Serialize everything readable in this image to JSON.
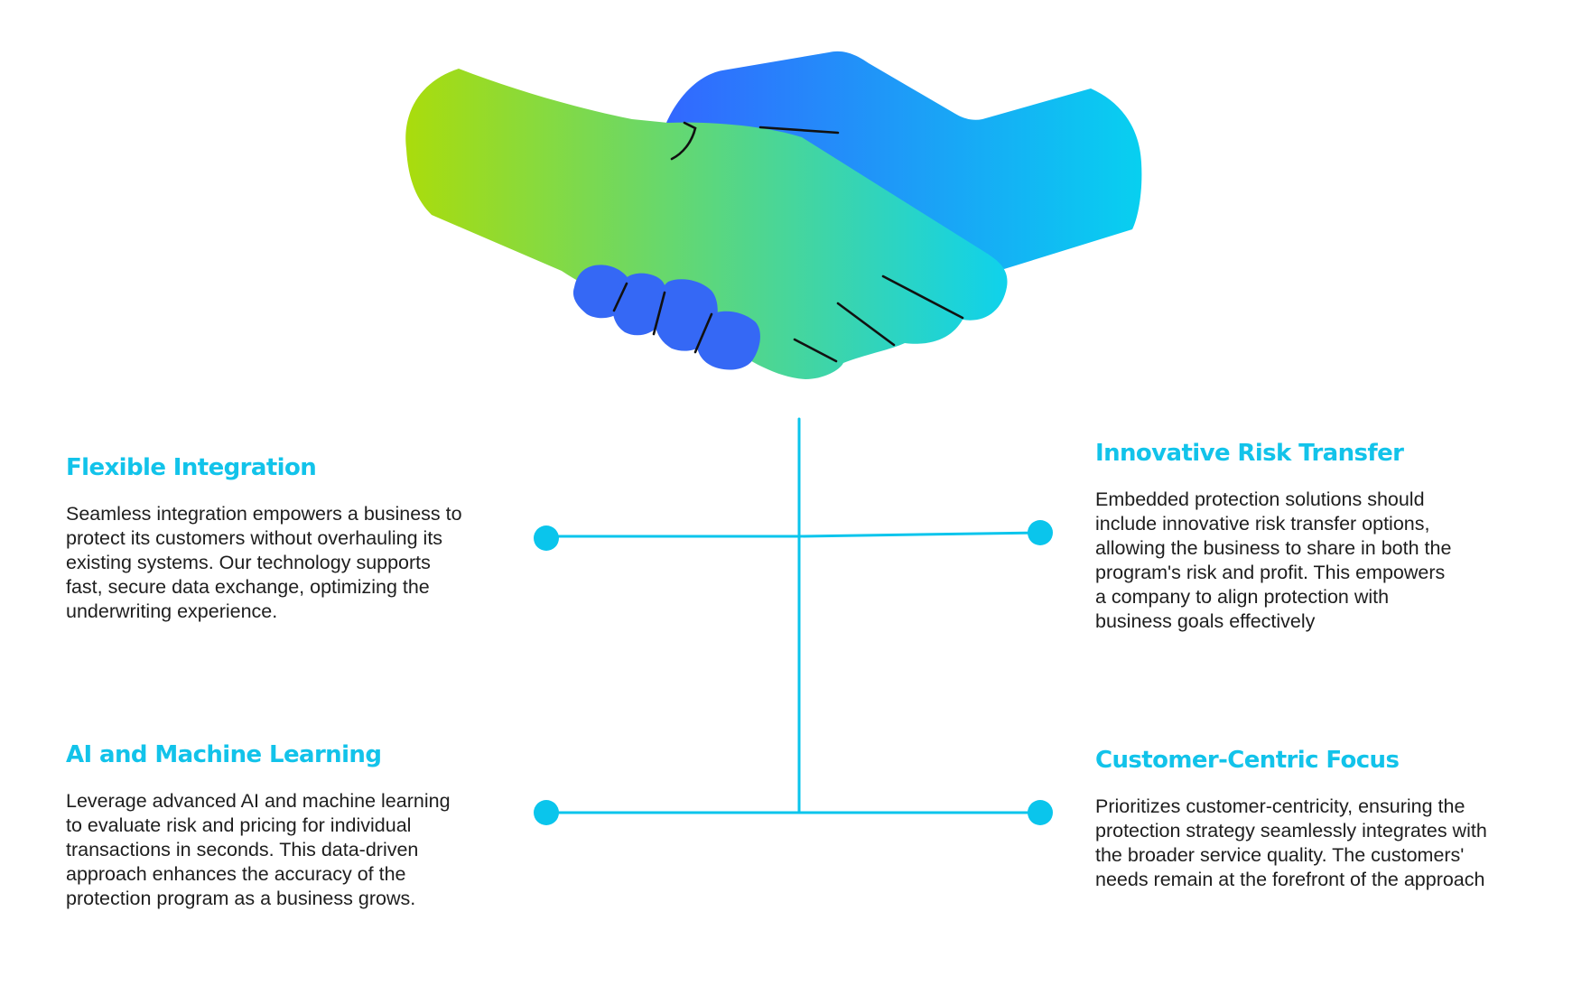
{
  "colors": {
    "accent": "#0ac5ec",
    "heading": "#12c3ea",
    "body_text": "#1e1e1e",
    "hand_green_start": "#aadc0c",
    "hand_green_end": "#0fd2ec",
    "hand_blue_start": "#3366ff",
    "hand_blue_end": "#08d0f0",
    "outline": "#111111"
  },
  "illustration": {
    "icon": "handshake-icon"
  },
  "blocks": [
    {
      "title": "Flexible Integration",
      "lines": [
        "Seamless integration empowers a business to",
        "protect its customers without overhauling its",
        "existing systems. Our technology supports",
        "fast, secure data exchange, optimizing the",
        "underwriting experience."
      ]
    },
    {
      "title": "Innovative Risk Transfer",
      "lines": [
        "Embedded protection solutions should",
        "include innovative risk transfer options,",
        "allowing the business to share in both the",
        "program's risk and profit. This empowers",
        "a company to align protection with",
        "business goals effectively"
      ]
    },
    {
      "title": "AI and Machine Learning",
      "lines": [
        "Leverage advanced AI and machine learning",
        "to evaluate risk and pricing for individual",
        "transactions in seconds. This data-driven",
        "approach enhances the accuracy of the",
        "protection program as a business grows."
      ]
    },
    {
      "title": "Customer-Centric Focus",
      "lines": [
        "Prioritizes customer-centricity, ensuring the",
        "protection strategy seamlessly integrates with",
        "the broader service quality. The customers'",
        "needs remain at the forefront of the approach"
      ]
    }
  ]
}
